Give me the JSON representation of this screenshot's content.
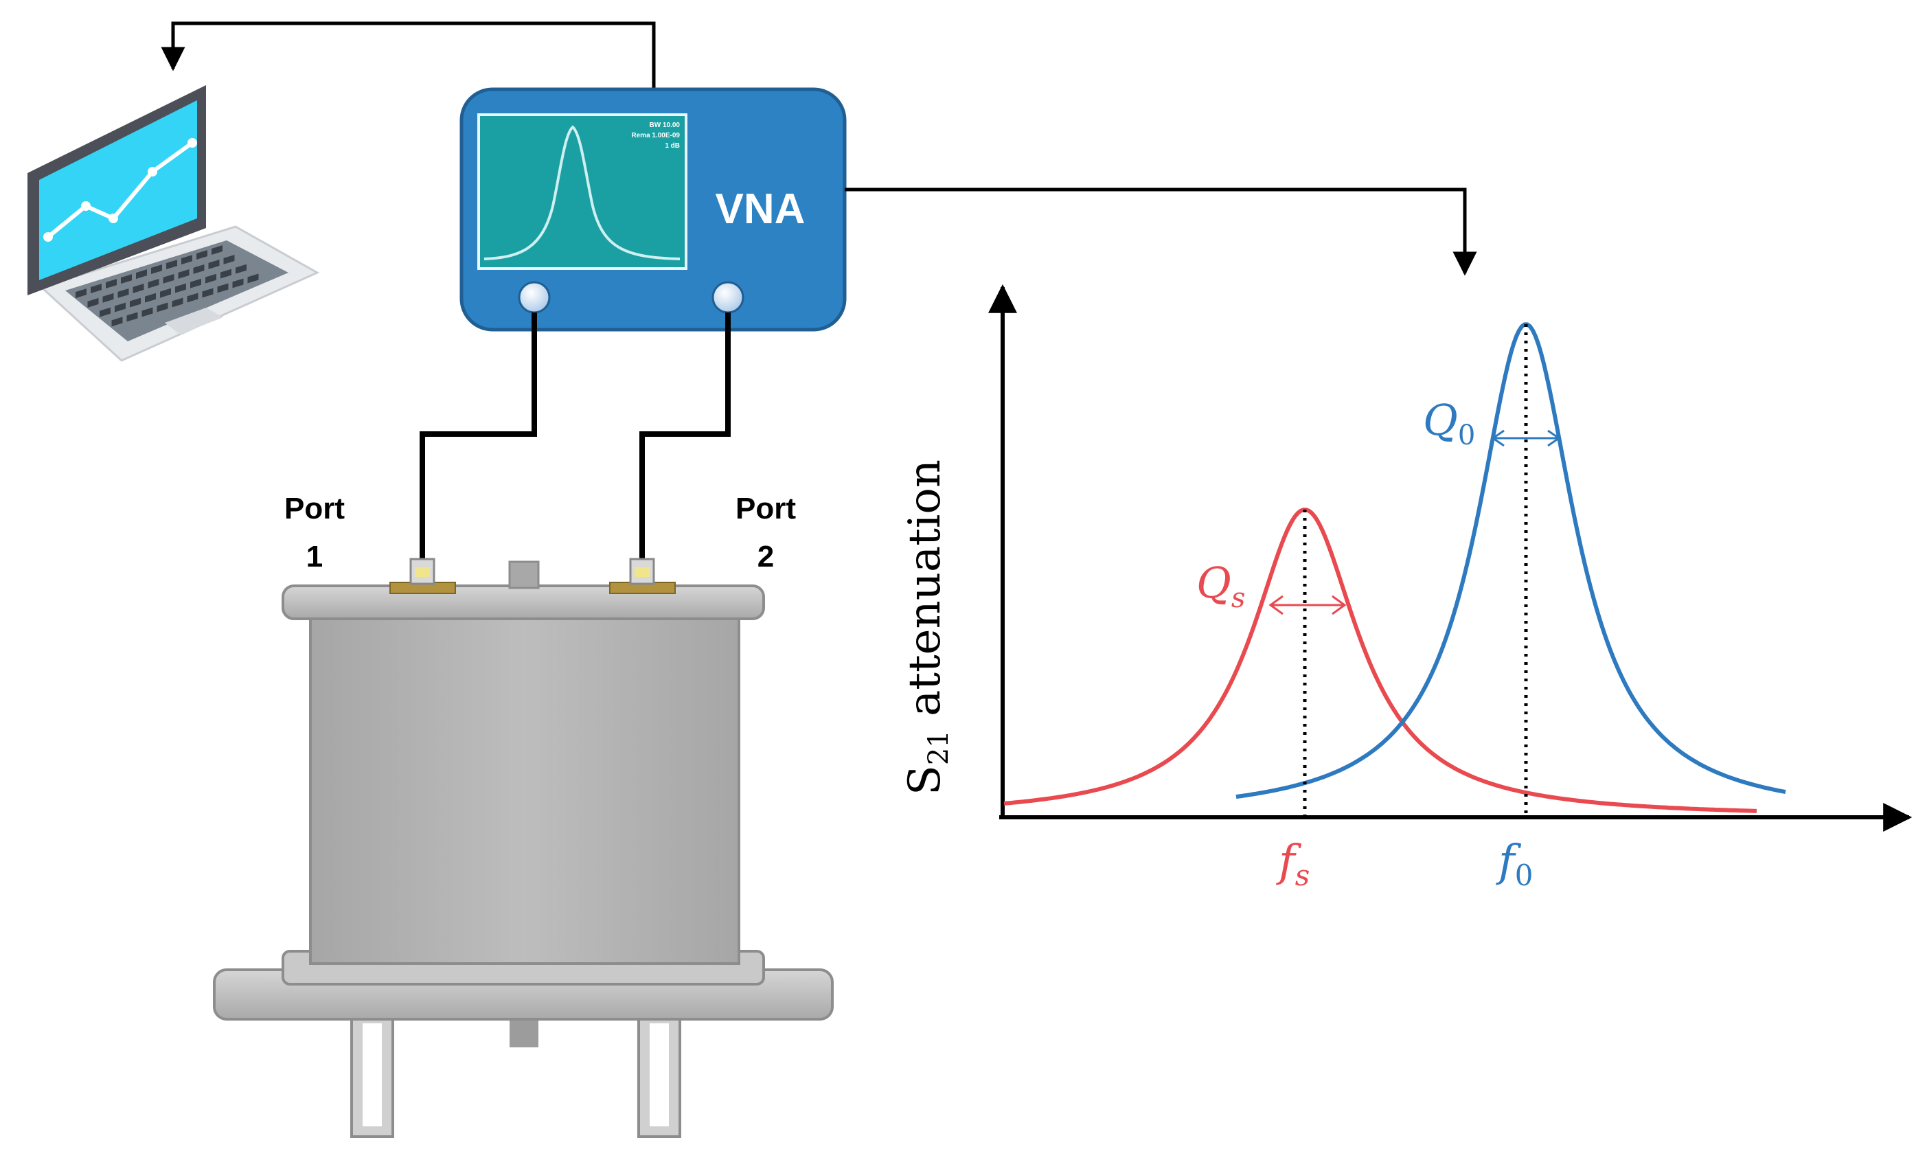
{
  "vna": {
    "label": "VNA",
    "screen_lines": [
      "BW 10.00",
      "Rema 1.00E-09",
      "1 dB"
    ]
  },
  "ports": [
    {
      "word": "Port",
      "number": "1"
    },
    {
      "word": "Port",
      "number": "2"
    }
  ],
  "chart": {
    "y_axis_label": {
      "prefix": "S",
      "subscript": "21",
      "suffix": " attenuation"
    },
    "peaks": [
      {
        "q_main": "Q",
        "q_sub": "s",
        "f_main": "f",
        "f_sub": "s",
        "color": "#e84a4f"
      },
      {
        "q_main": "Q",
        "q_sub": "0",
        "f_main": "f",
        "f_sub": "0",
        "color": "#2e7ac0"
      }
    ]
  },
  "colors": {
    "vna_body": "#2d82c4",
    "vna_screen": "#1a9fa3",
    "laptop_screen": "#33d4f5",
    "resonator_body": "#b3b3b3",
    "red_curve": "#e84a4f",
    "blue_curve": "#2e7ac0"
  }
}
